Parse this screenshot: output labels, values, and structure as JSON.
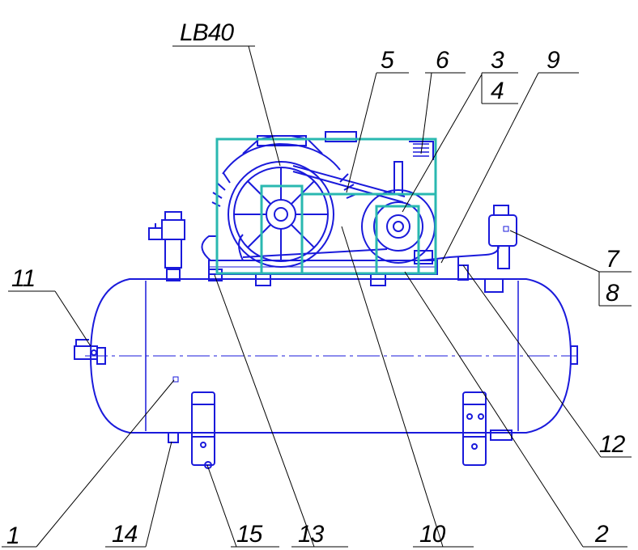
{
  "diagram": {
    "callouts": {
      "lb40": "LB40",
      "c1": "1",
      "c2": "2",
      "c3": "3",
      "c4": "4",
      "c5": "5",
      "c6": "6",
      "c7": "7",
      "c8": "8",
      "c9": "9",
      "c10": "10",
      "c11": "11",
      "c12": "12",
      "c13": "13",
      "c14": "14",
      "c15": "15"
    }
  },
  "colors": {
    "outline": "#1a1adb",
    "frame": "#2ab8b0",
    "leader": "#000000"
  }
}
